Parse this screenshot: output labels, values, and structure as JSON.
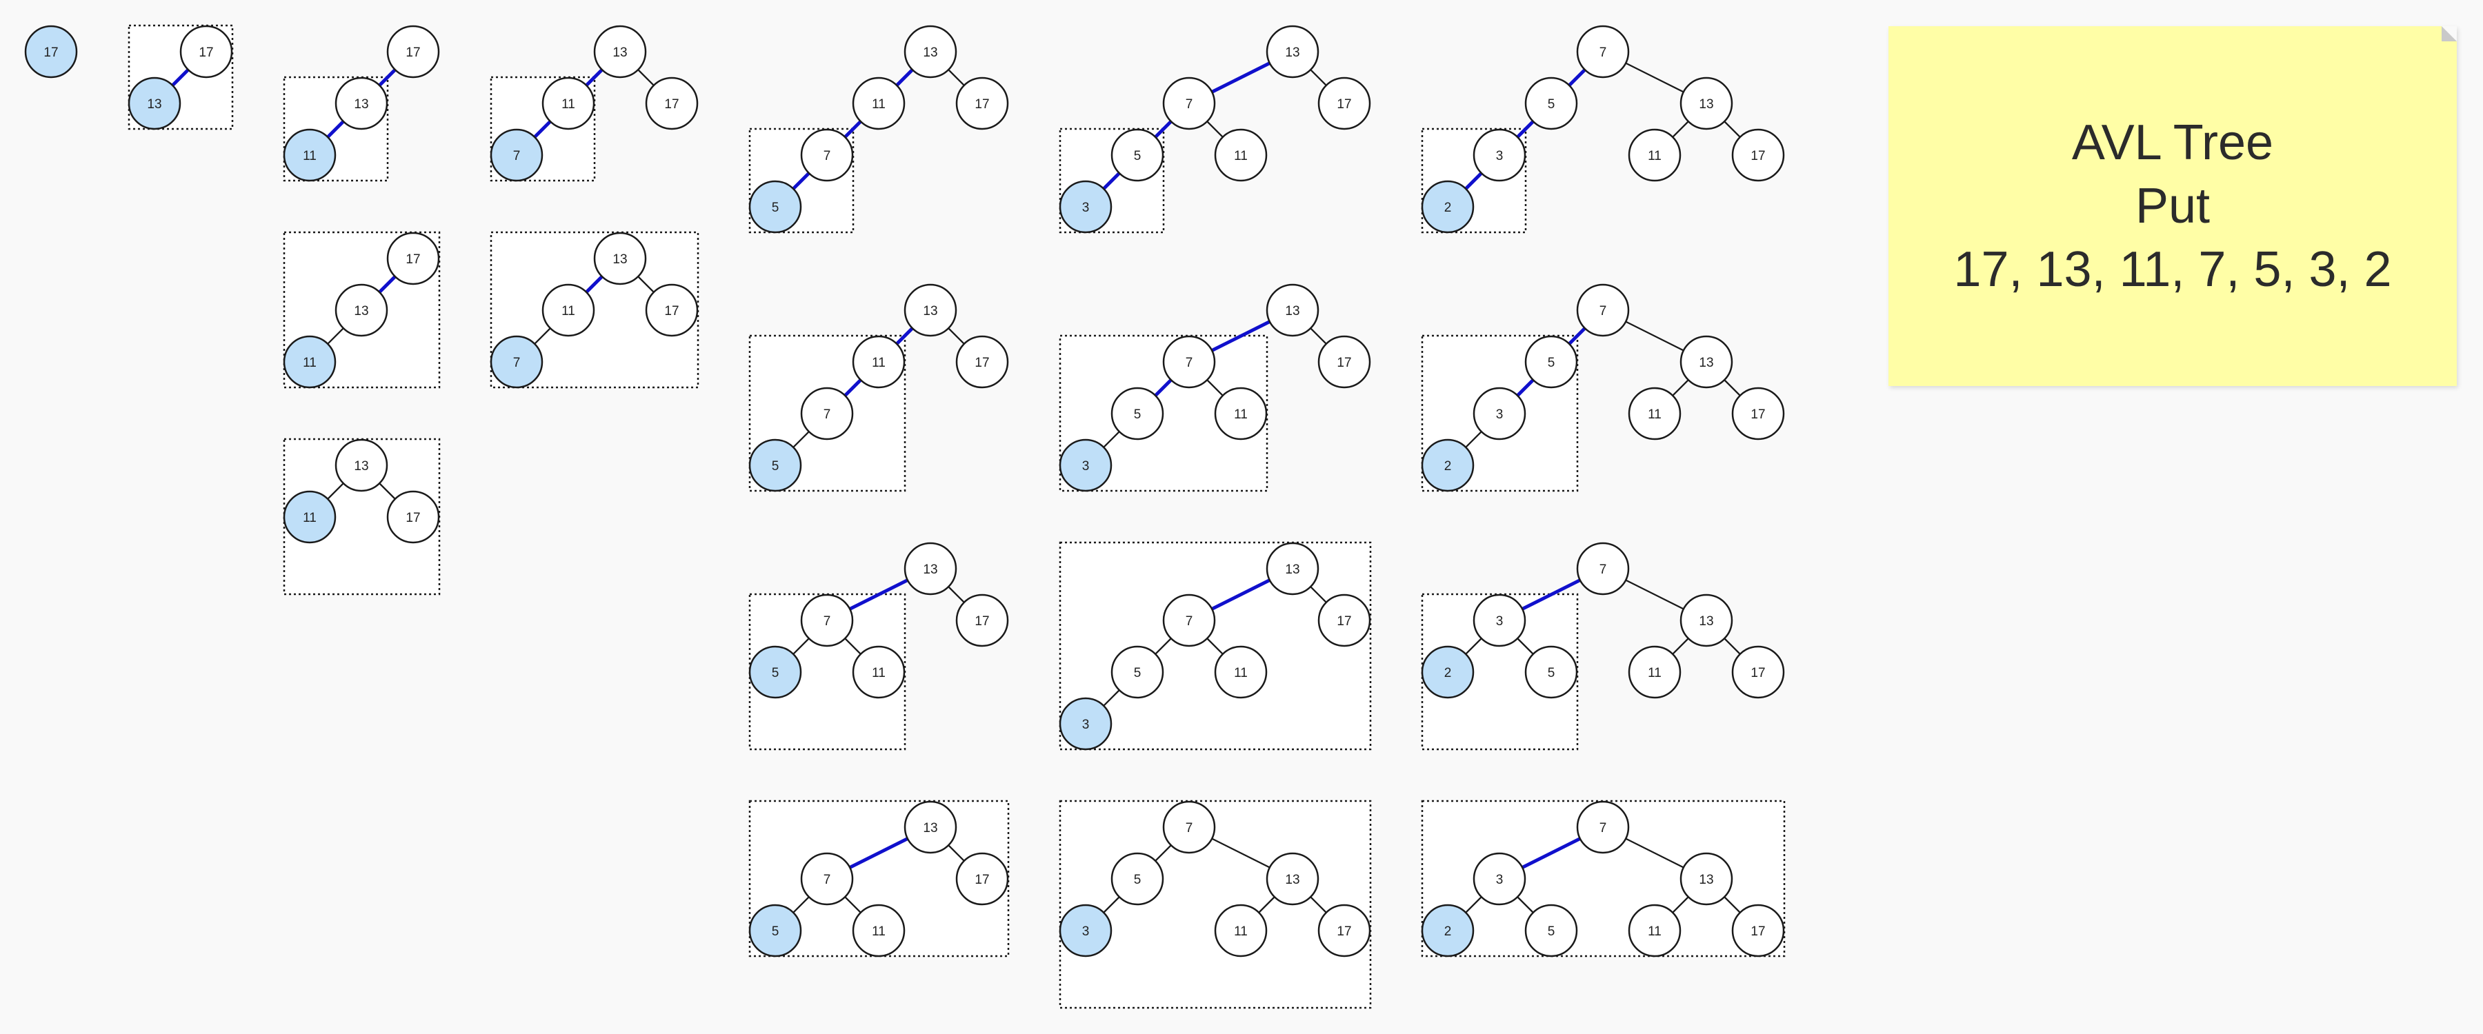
{
  "note": {
    "line1": "AVL Tree",
    "line2": "Put",
    "line3": "17, 13, 11, 7, 5, 3, 2"
  },
  "diagram": {
    "insert_sequence": [
      17,
      13,
      11,
      7,
      5,
      3,
      2
    ],
    "highlight_node_fill": "#bfdff8",
    "highlight_edge_color": "#1010cc",
    "note_color": "#fffea6",
    "snapshots": [
      {
        "id": "insert-17",
        "nodes": [
          {
            "v": "17",
            "hl": true
          }
        ],
        "edges": []
      },
      {
        "id": "insert-13",
        "nodes": [
          {
            "v": "17"
          },
          {
            "v": "13",
            "hl": true
          }
        ],
        "edges": [
          {
            "from": "17",
            "to": "13",
            "hl": true
          }
        ]
      },
      {
        "id": "insert-11",
        "nodes": [
          {
            "v": "17"
          },
          {
            "v": "13"
          },
          {
            "v": "11",
            "hl": true
          }
        ],
        "edges": [
          {
            "from": "17",
            "to": "13",
            "hl": true
          },
          {
            "from": "13",
            "to": "11",
            "hl": true
          }
        ]
      },
      {
        "id": "rotate-11-a",
        "nodes": [
          {
            "v": "17"
          },
          {
            "v": "13"
          },
          {
            "v": "11",
            "hl": true
          }
        ],
        "edges": [
          {
            "from": "17",
            "to": "13",
            "hl": true
          },
          {
            "from": "13",
            "to": "11"
          }
        ]
      },
      {
        "id": "rotate-11-b",
        "nodes": [
          {
            "v": "13"
          },
          {
            "v": "11",
            "hl": true
          },
          {
            "v": "17"
          }
        ],
        "edges": [
          {
            "from": "13",
            "to": "11"
          },
          {
            "from": "13",
            "to": "17"
          }
        ]
      },
      {
        "id": "insert-7",
        "nodes": [
          {
            "v": "13"
          },
          {
            "v": "11"
          },
          {
            "v": "17"
          },
          {
            "v": "7",
            "hl": true
          }
        ],
        "edges": [
          {
            "from": "13",
            "to": "11",
            "hl": true
          },
          {
            "from": "13",
            "to": "17"
          },
          {
            "from": "11",
            "to": "7",
            "hl": true
          }
        ]
      },
      {
        "id": "update-7",
        "nodes": [
          {
            "v": "13"
          },
          {
            "v": "11"
          },
          {
            "v": "17"
          },
          {
            "v": "7",
            "hl": true
          }
        ],
        "edges": [
          {
            "from": "13",
            "to": "11",
            "hl": true
          },
          {
            "from": "13",
            "to": "17"
          },
          {
            "from": "11",
            "to": "7"
          }
        ]
      },
      {
        "id": "insert-5",
        "nodes": [
          {
            "v": "13"
          },
          {
            "v": "11"
          },
          {
            "v": "17"
          },
          {
            "v": "7"
          },
          {
            "v": "5",
            "hl": true
          }
        ],
        "edges": [
          {
            "from": "13",
            "to": "11",
            "hl": true
          },
          {
            "from": "13",
            "to": "17"
          },
          {
            "from": "11",
            "to": "7",
            "hl": true
          },
          {
            "from": "7",
            "to": "5",
            "hl": true
          }
        ]
      },
      {
        "id": "rotate-5-a",
        "nodes": [
          {
            "v": "13"
          },
          {
            "v": "11"
          },
          {
            "v": "17"
          },
          {
            "v": "7"
          },
          {
            "v": "5",
            "hl": true
          }
        ],
        "edges": [
          {
            "from": "13",
            "to": "11",
            "hl": true
          },
          {
            "from": "13",
            "to": "17"
          },
          {
            "from": "11",
            "to": "7",
            "hl": true
          },
          {
            "from": "7",
            "to": "5"
          }
        ]
      },
      {
        "id": "rotate-5-b",
        "nodes": [
          {
            "v": "13"
          },
          {
            "v": "7"
          },
          {
            "v": "17"
          },
          {
            "v": "5",
            "hl": true
          },
          {
            "v": "11"
          }
        ],
        "edges": [
          {
            "from": "13",
            "to": "7",
            "hl": true
          },
          {
            "from": "13",
            "to": "17"
          },
          {
            "from": "7",
            "to": "5"
          },
          {
            "from": "7",
            "to": "11"
          }
        ]
      },
      {
        "id": "rotate-5-c",
        "nodes": [
          {
            "v": "13"
          },
          {
            "v": "7"
          },
          {
            "v": "17"
          },
          {
            "v": "5",
            "hl": true
          },
          {
            "v": "11"
          }
        ],
        "edges": [
          {
            "from": "13",
            "to": "7",
            "hl": true
          },
          {
            "from": "13",
            "to": "17"
          },
          {
            "from": "7",
            "to": "5"
          },
          {
            "from": "7",
            "to": "11"
          }
        ]
      },
      {
        "id": "insert-3",
        "nodes": [
          {
            "v": "13"
          },
          {
            "v": "7"
          },
          {
            "v": "17"
          },
          {
            "v": "5"
          },
          {
            "v": "11"
          },
          {
            "v": "3",
            "hl": true
          }
        ],
        "edges": [
          {
            "from": "13",
            "to": "7",
            "hl": true
          },
          {
            "from": "13",
            "to": "17"
          },
          {
            "from": "7",
            "to": "5",
            "hl": true
          },
          {
            "from": "7",
            "to": "11"
          },
          {
            "from": "5",
            "to": "3",
            "hl": true
          }
        ]
      },
      {
        "id": "update-3-a",
        "nodes": [
          {
            "v": "13"
          },
          {
            "v": "7"
          },
          {
            "v": "17"
          },
          {
            "v": "5"
          },
          {
            "v": "11"
          },
          {
            "v": "3",
            "hl": true
          }
        ],
        "edges": [
          {
            "from": "13",
            "to": "7",
            "hl": true
          },
          {
            "from": "13",
            "to": "17"
          },
          {
            "from": "7",
            "to": "5",
            "hl": true
          },
          {
            "from": "7",
            "to": "11"
          },
          {
            "from": "5",
            "to": "3"
          }
        ]
      },
      {
        "id": "rotate-3-a",
        "nodes": [
          {
            "v": "13"
          },
          {
            "v": "7"
          },
          {
            "v": "17"
          },
          {
            "v": "5"
          },
          {
            "v": "11"
          },
          {
            "v": "3",
            "hl": true
          }
        ],
        "edges": [
          {
            "from": "13",
            "to": "7",
            "hl": true
          },
          {
            "from": "13",
            "to": "17"
          },
          {
            "from": "7",
            "to": "5"
          },
          {
            "from": "7",
            "to": "11"
          },
          {
            "from": "5",
            "to": "3"
          }
        ]
      },
      {
        "id": "rotate-3-b",
        "nodes": [
          {
            "v": "7"
          },
          {
            "v": "5"
          },
          {
            "v": "13"
          },
          {
            "v": "3",
            "hl": true
          },
          {
            "v": "11"
          },
          {
            "v": "17"
          }
        ],
        "edges": [
          {
            "from": "7",
            "to": "5"
          },
          {
            "from": "7",
            "to": "13"
          },
          {
            "from": "5",
            "to": "3"
          },
          {
            "from": "13",
            "to": "11"
          },
          {
            "from": "13",
            "to": "17"
          }
        ]
      },
      {
        "id": "insert-2",
        "nodes": [
          {
            "v": "7"
          },
          {
            "v": "5"
          },
          {
            "v": "13"
          },
          {
            "v": "3"
          },
          {
            "v": "11"
          },
          {
            "v": "17"
          },
          {
            "v": "2",
            "hl": true
          }
        ],
        "edges": [
          {
            "from": "7",
            "to": "5",
            "hl": true
          },
          {
            "from": "7",
            "to": "13"
          },
          {
            "from": "5",
            "to": "3",
            "hl": true
          },
          {
            "from": "13",
            "to": "11"
          },
          {
            "from": "13",
            "to": "17"
          },
          {
            "from": "3",
            "to": "2",
            "hl": true
          }
        ]
      },
      {
        "id": "update-2",
        "nodes": [
          {
            "v": "7"
          },
          {
            "v": "5"
          },
          {
            "v": "13"
          },
          {
            "v": "3"
          },
          {
            "v": "11"
          },
          {
            "v": "17"
          },
          {
            "v": "2",
            "hl": true
          }
        ],
        "edges": [
          {
            "from": "7",
            "to": "5",
            "hl": true
          },
          {
            "from": "7",
            "to": "13"
          },
          {
            "from": "5",
            "to": "3",
            "hl": true
          },
          {
            "from": "13",
            "to": "11"
          },
          {
            "from": "13",
            "to": "17"
          },
          {
            "from": "3",
            "to": "2"
          }
        ]
      },
      {
        "id": "rotate-2-a",
        "nodes": [
          {
            "v": "7"
          },
          {
            "v": "3"
          },
          {
            "v": "13"
          },
          {
            "v": "2",
            "hl": true
          },
          {
            "v": "5"
          },
          {
            "v": "11"
          },
          {
            "v": "17"
          }
        ],
        "edges": [
          {
            "from": "7",
            "to": "3",
            "hl": true
          },
          {
            "from": "7",
            "to": "13"
          },
          {
            "from": "3",
            "to": "2"
          },
          {
            "from": "3",
            "to": "5"
          },
          {
            "from": "13",
            "to": "11"
          },
          {
            "from": "13",
            "to": "17"
          }
        ]
      },
      {
        "id": "rotate-2-b",
        "nodes": [
          {
            "v": "7"
          },
          {
            "v": "3"
          },
          {
            "v": "13"
          },
          {
            "v": "2",
            "hl": true
          },
          {
            "v": "5"
          },
          {
            "v": "11"
          },
          {
            "v": "17"
          }
        ],
        "edges": [
          {
            "from": "7",
            "to": "3",
            "hl": true
          },
          {
            "from": "7",
            "to": "13"
          },
          {
            "from": "3",
            "to": "2"
          },
          {
            "from": "3",
            "to": "5"
          },
          {
            "from": "13",
            "to": "11"
          },
          {
            "from": "13",
            "to": "17"
          }
        ]
      }
    ]
  }
}
